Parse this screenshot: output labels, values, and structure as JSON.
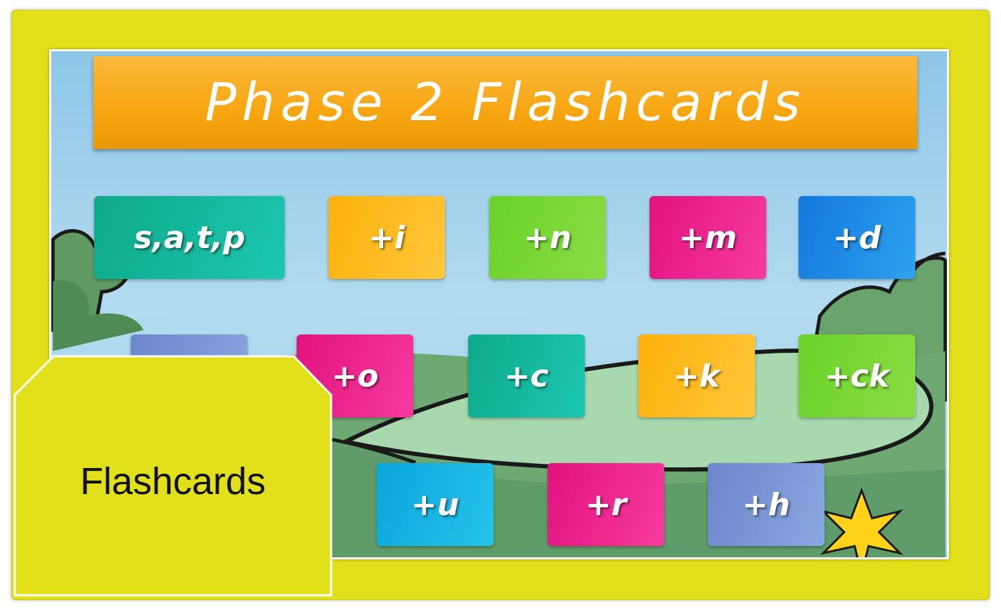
{
  "title": "Phase 2 Flashcards",
  "cards": [
    {
      "label": "s,a,t,p",
      "color": "#1cbfa8"
    },
    {
      "label": "+i",
      "color": "#fcb514"
    },
    {
      "label": "+n",
      "color": "#7bd13a"
    },
    {
      "label": "+m",
      "color": "#ed1a86"
    },
    {
      "label": "+d",
      "color": "#1e8de6"
    },
    {
      "label": "+o",
      "color": "#ed1a86"
    },
    {
      "label": "+c",
      "color": "#1cbfa8"
    },
    {
      "label": "+k",
      "color": "#fcb514"
    },
    {
      "label": "+ck",
      "color": "#7bd13a"
    },
    {
      "label": "+u",
      "color": "#12b5e2"
    },
    {
      "label": "+r",
      "color": "#ed1a86"
    },
    {
      "label": "+h",
      "color": "#7c98d8"
    }
  ],
  "tab": {
    "label": "Flashcards"
  },
  "colors": {
    "frame": "#e2e01a",
    "title_bar": "#f7a611",
    "sky": "#9fd0ea"
  }
}
